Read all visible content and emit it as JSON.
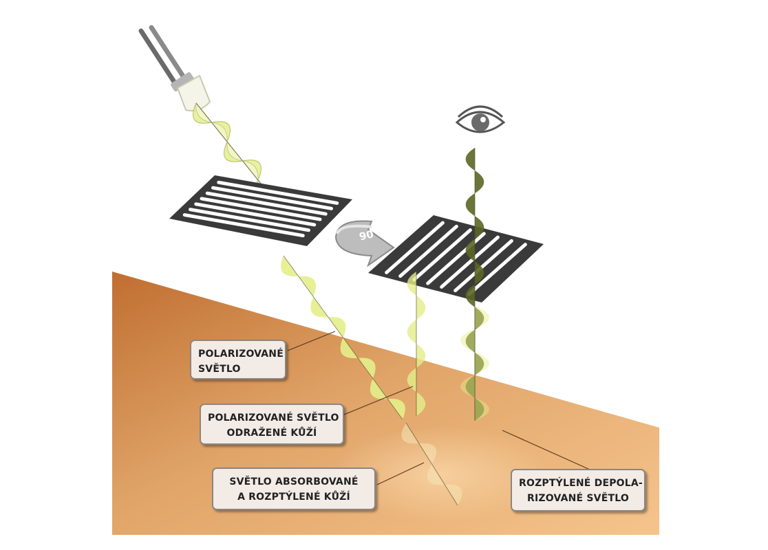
{
  "diagram": {
    "rotation_label": "90°",
    "labels": {
      "polarized_light": [
        "POLARIZOVANÉ",
        "SVĚTLO"
      ],
      "reflected_light": [
        "POLARIZOVANÉ SVĚTLO",
        "ODRAŽENÉ KŮŽÍ"
      ],
      "absorbed_light": [
        "SVĚTLO ABSORBOVANÉ",
        "A ROZPTÝLENÉ KŮŽÍ"
      ],
      "depolarized_light": [
        "ROZPTÝLENÉ DEPOLA-",
        "RIZOVANÉ SVĚTLO"
      ]
    },
    "colors": {
      "skin_light": "#f2b97a",
      "skin_dark": "#c87a3c",
      "wave_light": "#e4ee8a",
      "wave_dark": "#5c6624",
      "polarizer": "#3a3a3a",
      "label_bg": "#f2ebe6"
    }
  }
}
